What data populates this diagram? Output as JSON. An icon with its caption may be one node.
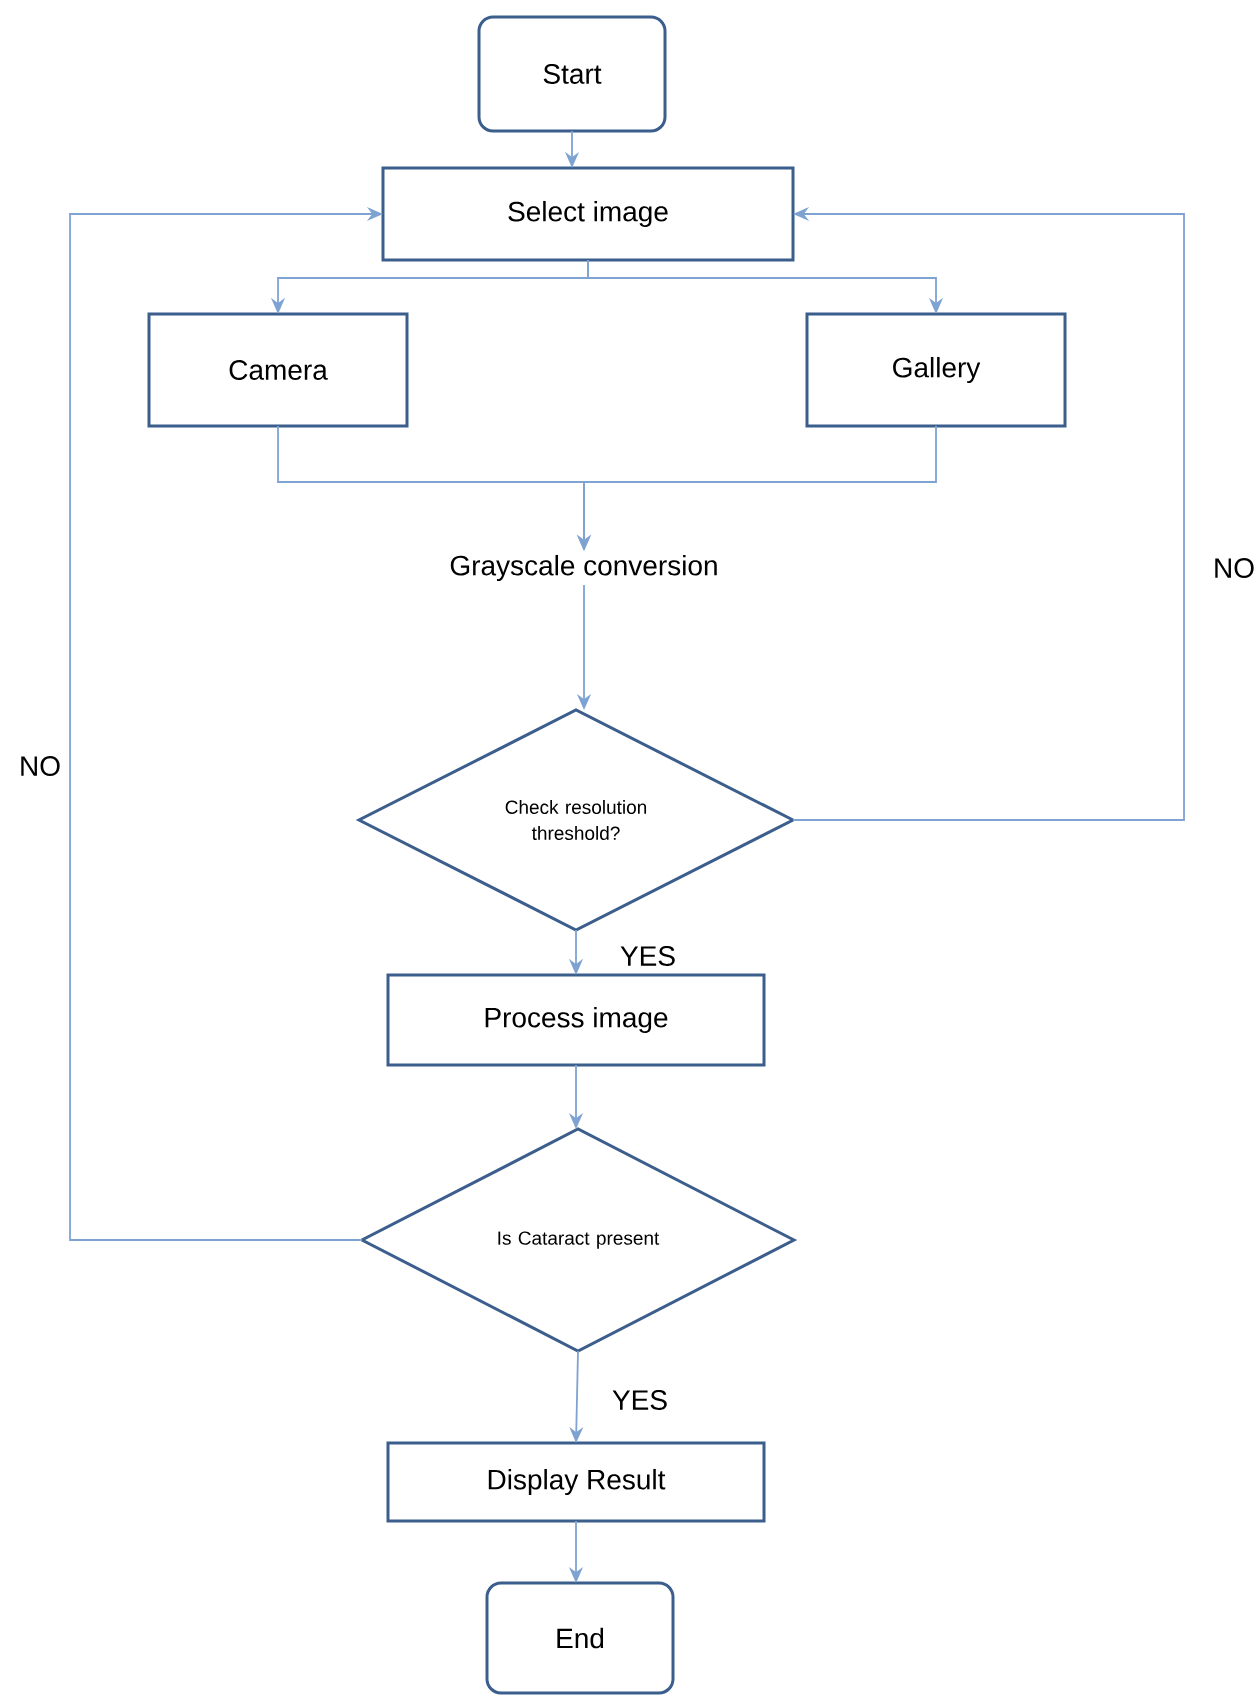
{
  "diagram": {
    "nodes": [
      {
        "text": [
          "Start"
        ]
      },
      {
        "text": [
          "Select image"
        ]
      },
      {
        "text": [
          "Camera"
        ]
      },
      {
        "text": [
          "Gallery"
        ]
      },
      {
        "text": [
          "Grayscale conversion"
        ]
      },
      {
        "text": [
          "Check resolution threshold?"
        ]
      },
      {
        "text": [
          "Process image"
        ]
      },
      {
        "text": [
          "Is Cataract present"
        ]
      },
      {
        "text": [
          "Display Result"
        ]
      },
      {
        "text": [
          "End"
        ]
      }
    ],
    "edges": [
      {
        "from": 0,
        "to": 1,
        "arrow": "to"
      },
      {
        "from": 1,
        "to": 2,
        "arrow": "to"
      },
      {
        "from": 1,
        "to": 3,
        "arrow": "to"
      },
      {
        "from": 2,
        "to": 4,
        "arrow": "to"
      },
      {
        "from": 3,
        "to": 4,
        "arrow": "to"
      },
      {
        "from": 4,
        "to": 5,
        "arrow": "to"
      },
      {
        "from": 5,
        "to": 6,
        "arrow": "to",
        "label": "YES"
      },
      {
        "from": 5,
        "to": 1,
        "arrow": "to",
        "label": "NO"
      },
      {
        "from": 6,
        "to": 7,
        "arrow": "to"
      },
      {
        "from": 7,
        "to": 1,
        "arrow": "to",
        "label": "NO"
      },
      {
        "from": 7,
        "to": 8,
        "arrow": "to",
        "label": "YES"
      },
      {
        "from": 8,
        "to": 9,
        "arrow": "to"
      }
    ]
  }
}
